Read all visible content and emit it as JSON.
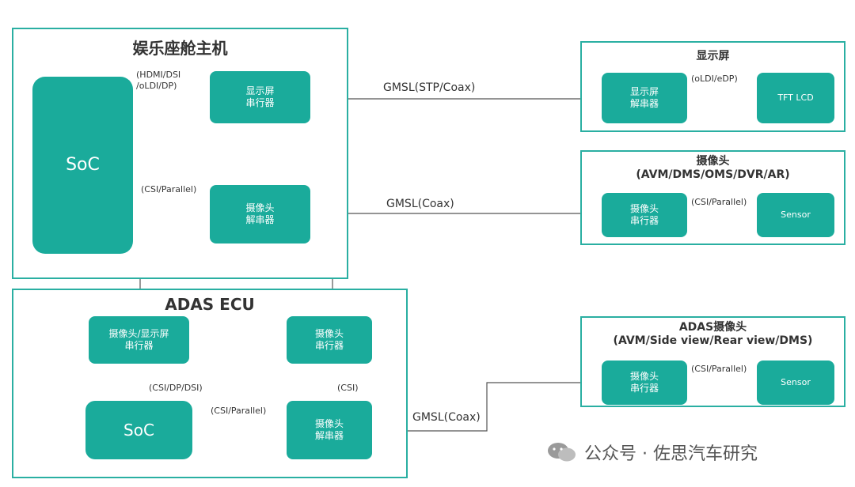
{
  "infotainment": {
    "title": "娱乐座舱主机",
    "soc": "SoC",
    "display_serializer": "显示屏\n串行器",
    "camera_deserializer": "摄像头\n解串器",
    "soc_video_out_label": "(HDMI/DSI\n/oLDI/DP)",
    "camera_to_soc_label": "(CSI/Parallel)"
  },
  "display": {
    "title": "显示屏",
    "deserializer": "显示屏\n解串器",
    "panel": "TFT LCD",
    "link_label": "(oLDI/eDP)"
  },
  "camera": {
    "title": "摄像头\n(AVM/DMS/OMS/DVR/AR)",
    "serializer": "摄像头\n串行器",
    "sensor": "Sensor",
    "link_label": "(CSI/Parallel)"
  },
  "adas_camera": {
    "title": "ADAS摄像头\n(AVM/Side view/Rear view/DMS)",
    "serializer": "摄像头\n串行器",
    "sensor": "Sensor",
    "link_label": "(CSI/Parallel)"
  },
  "adas_ecu": {
    "title": "ADAS ECU",
    "serializer_combo": "摄像头/显示屏\n串行器",
    "camera_serializer": "摄像头\n串行器",
    "soc": "SoC",
    "camera_deserializer": "摄像头\n解串器",
    "soc_up_label": "(CSI/DP/DSI)",
    "deser_up_label": "(CSI)",
    "deser_to_soc_label": "(CSI/Parallel)"
  },
  "links": {
    "gmsl_display": "GMSL(STP/Coax)",
    "gmsl_camera": "GMSL(Coax)",
    "gmsl_adas": "GMSL(Coax)"
  },
  "watermark": "公众号 · 佐思汽车研究",
  "colors": {
    "block": "#1aab9b",
    "frame": "#2aafa2",
    "wire": "#555555"
  }
}
